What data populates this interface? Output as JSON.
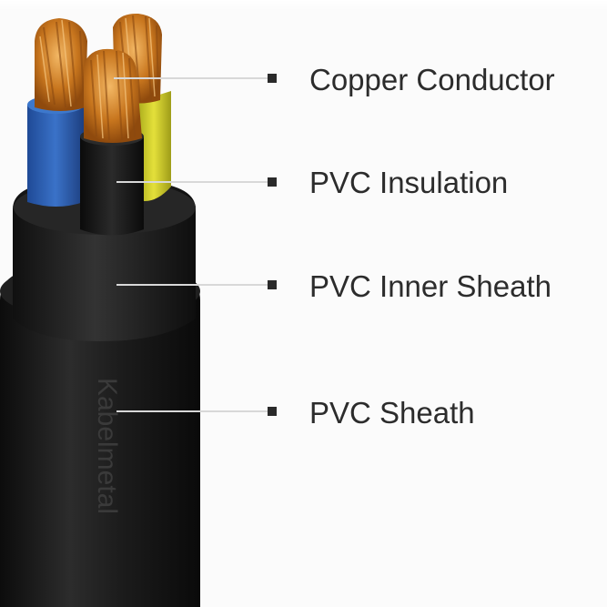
{
  "diagram": {
    "labels": [
      {
        "key": "copper",
        "text": "Copper Conductor"
      },
      {
        "key": "insulation",
        "text": "PVC Insulation"
      },
      {
        "key": "inner_sheath",
        "text": "PVC Inner Sheath"
      },
      {
        "key": "sheath",
        "text": "PVC Sheath"
      }
    ],
    "cable_print": "Kabelmetal",
    "colors": {
      "copper": "#c8761e",
      "copper_highlight": "#f0b860",
      "insulation_blue": "#2f63b8",
      "insulation_black": "#151515",
      "insulation_yellow": "#d8d42a",
      "sheath": "#1a1a1a",
      "leader_line": "#2a2a2a"
    }
  }
}
